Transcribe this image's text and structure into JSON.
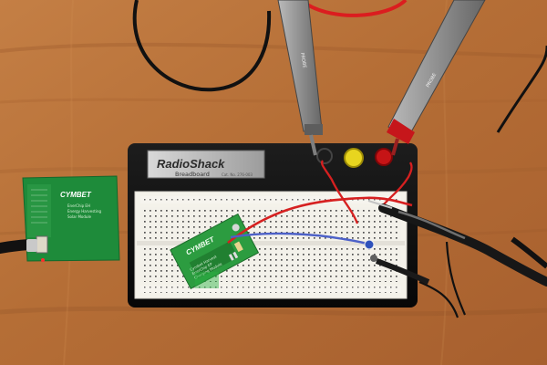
{
  "photo": {
    "subject": "Prototype electronics on a solderless breadboard with test probes",
    "colors": {
      "wood": "#b9733a",
      "wood_grain": "#9b5a2b",
      "breadboard_base": "#121212",
      "breadboard_top": "#f3f1ea",
      "pcb_green": "#1f8d3b",
      "red_wire": "#d62020",
      "blue_wire": "#3d4fc8",
      "probe_gray": "#8d8d8d"
    },
    "breadboard": {
      "brand_logo": "RadioShack",
      "label": "Breadboard",
      "model_label": "Cat. No. 276-003"
    },
    "module_board": {
      "brand_logo": "CYMBET",
      "silk_lines": [
        "Cymbet Harvest",
        "EnerChip EP",
        "Charging Module"
      ]
    },
    "left_pcb": {
      "brand_logo": "CYMBET",
      "silk_lines": [
        "EnerChip EH",
        "Energy Harvesting",
        "Solar Module"
      ]
    },
    "probe_labels": {
      "left": "PROBE",
      "right": "PROBE"
    }
  }
}
